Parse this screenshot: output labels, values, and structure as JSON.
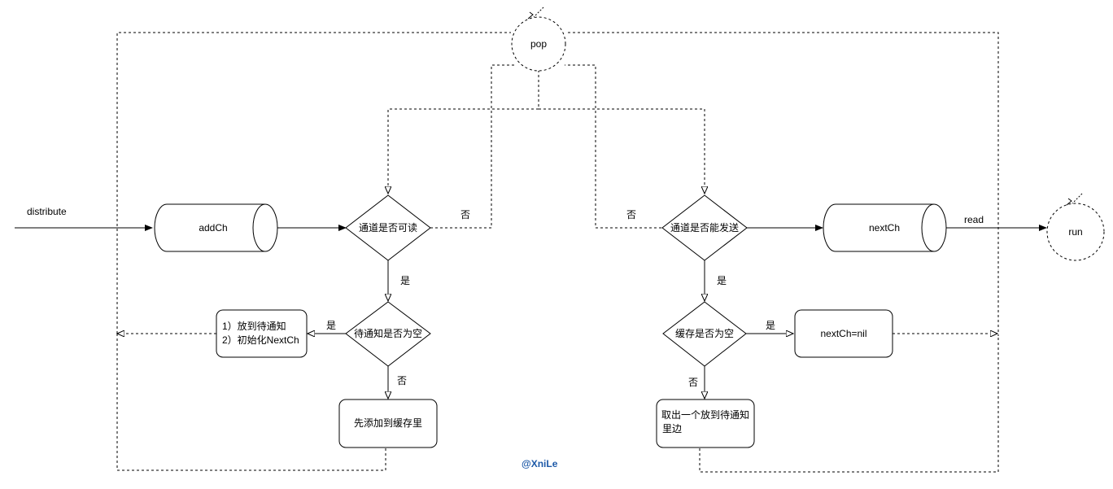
{
  "nodes": {
    "pop": "pop",
    "run": "run",
    "addCh": "addCh",
    "nextCh": "nextCh",
    "channel_readable": "通道是否可读",
    "channel_sendable": "通道是否能发送",
    "pending_empty": "待通知是否为空",
    "cache_empty": "缓存是否为空",
    "pending_action_line1": "1）放到待通知",
    "pending_action_line2": "2）初始化NextCh",
    "add_to_cache": "先添加到缓存里",
    "next_nil": "nextCh=nil",
    "take_out_line1": "取出一个放到待通知",
    "take_out_line2": "里边"
  },
  "edges": {
    "distribute": "distribute",
    "read": "read",
    "readable_no": "否",
    "readable_yes": "是",
    "pending_yes": "是",
    "pending_no": "否",
    "sendable_no": "否",
    "sendable_yes": "是",
    "cache_yes": "是",
    "cache_no": "否"
  },
  "watermark": "@XniLe",
  "colors": {
    "stroke": "#000000",
    "watermark": "#1e5aa8"
  }
}
